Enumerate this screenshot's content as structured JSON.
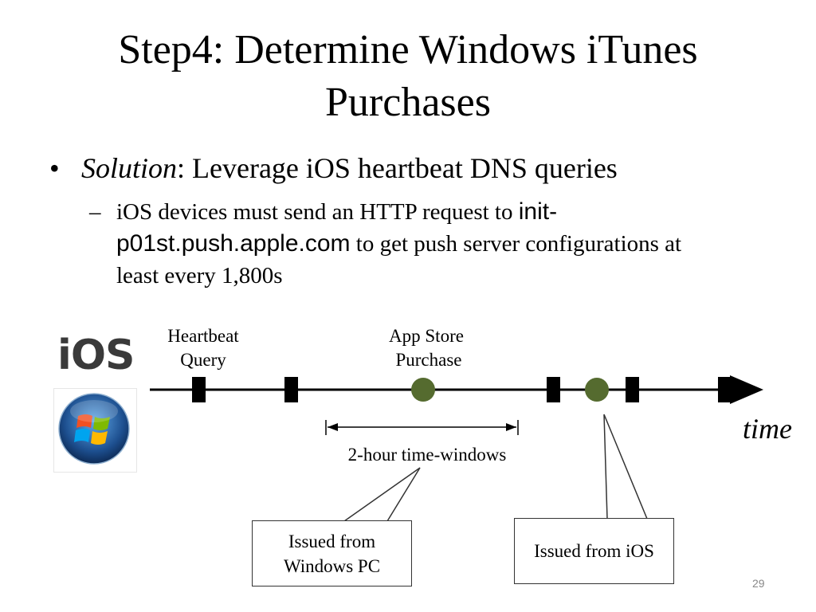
{
  "title_line1": "Step4: Determine Windows iTunes",
  "title_line2": "Purchases",
  "bullet1": {
    "marker": "•",
    "label": "Solution",
    "text": ":  Leverage iOS heartbeat DNS queries"
  },
  "bullet2": {
    "marker": "–",
    "text_before": "iOS devices must send an HTTP request to ",
    "domain": "init-p01st.push.apple.com",
    "text_after": " to get push server configurations at least every 1,800s"
  },
  "diagram": {
    "ios_logo": "iOS",
    "windows_logo_icon": "windows-logo-icon",
    "heartbeat_label_1": "Heartbeat",
    "heartbeat_label_2": "Query",
    "purchase_label_1": "App Store",
    "purchase_label_2": "Purchase",
    "axis_label": "time",
    "window_label": "2-hour time-windows",
    "callout_windows_1": "Issued from",
    "callout_windows_2": "Windows PC",
    "callout_ios": "Issued from iOS",
    "marker_color": "#000000",
    "purchase_color": "#556b2f"
  },
  "page_number": "29"
}
